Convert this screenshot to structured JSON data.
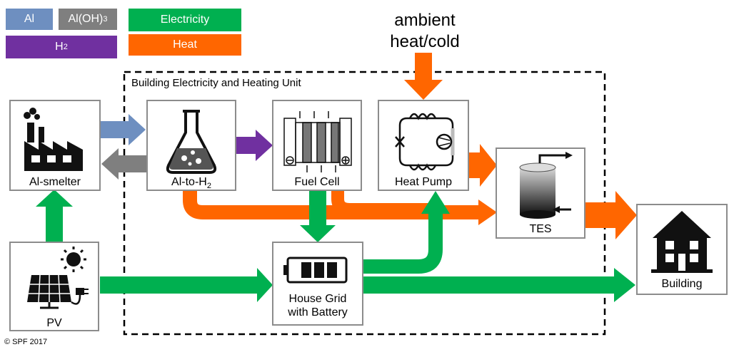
{
  "legend": {
    "al": {
      "label": "Al",
      "color": "#6e8fc0"
    },
    "aloh3": {
      "label": "Al(OH)",
      "sub": "3",
      "color": "#7f7f7f"
    },
    "h2": {
      "label": "H",
      "sub": "2",
      "color": "#7030a0"
    },
    "electricity": {
      "label": "Electricity",
      "color": "#00b050"
    },
    "heat": {
      "label": "Heat",
      "color": "#ff6600"
    }
  },
  "ambient": {
    "line1": "ambient",
    "line2": "heat/cold"
  },
  "unit_title": "Building Electricity and Heating Unit",
  "nodes": {
    "smelter": "Al-smelter",
    "al_to_h2": {
      "prefix": "Al-to-H",
      "sub": "2"
    },
    "fuel_cell": "Fuel Cell",
    "heat_pump": "Heat Pump",
    "tes": "TES",
    "pv": "PV",
    "house_grid": {
      "line1": "House Grid",
      "line2": "with Battery"
    },
    "building": "Building"
  },
  "copyright": "© SPF 2017",
  "colors": {
    "al": "#6e8fc0",
    "aloh3": "#7f7f7f",
    "h2": "#7030a0",
    "electricity": "#00b050",
    "heat": "#ff6600",
    "box_border": "#8c8c8c"
  }
}
